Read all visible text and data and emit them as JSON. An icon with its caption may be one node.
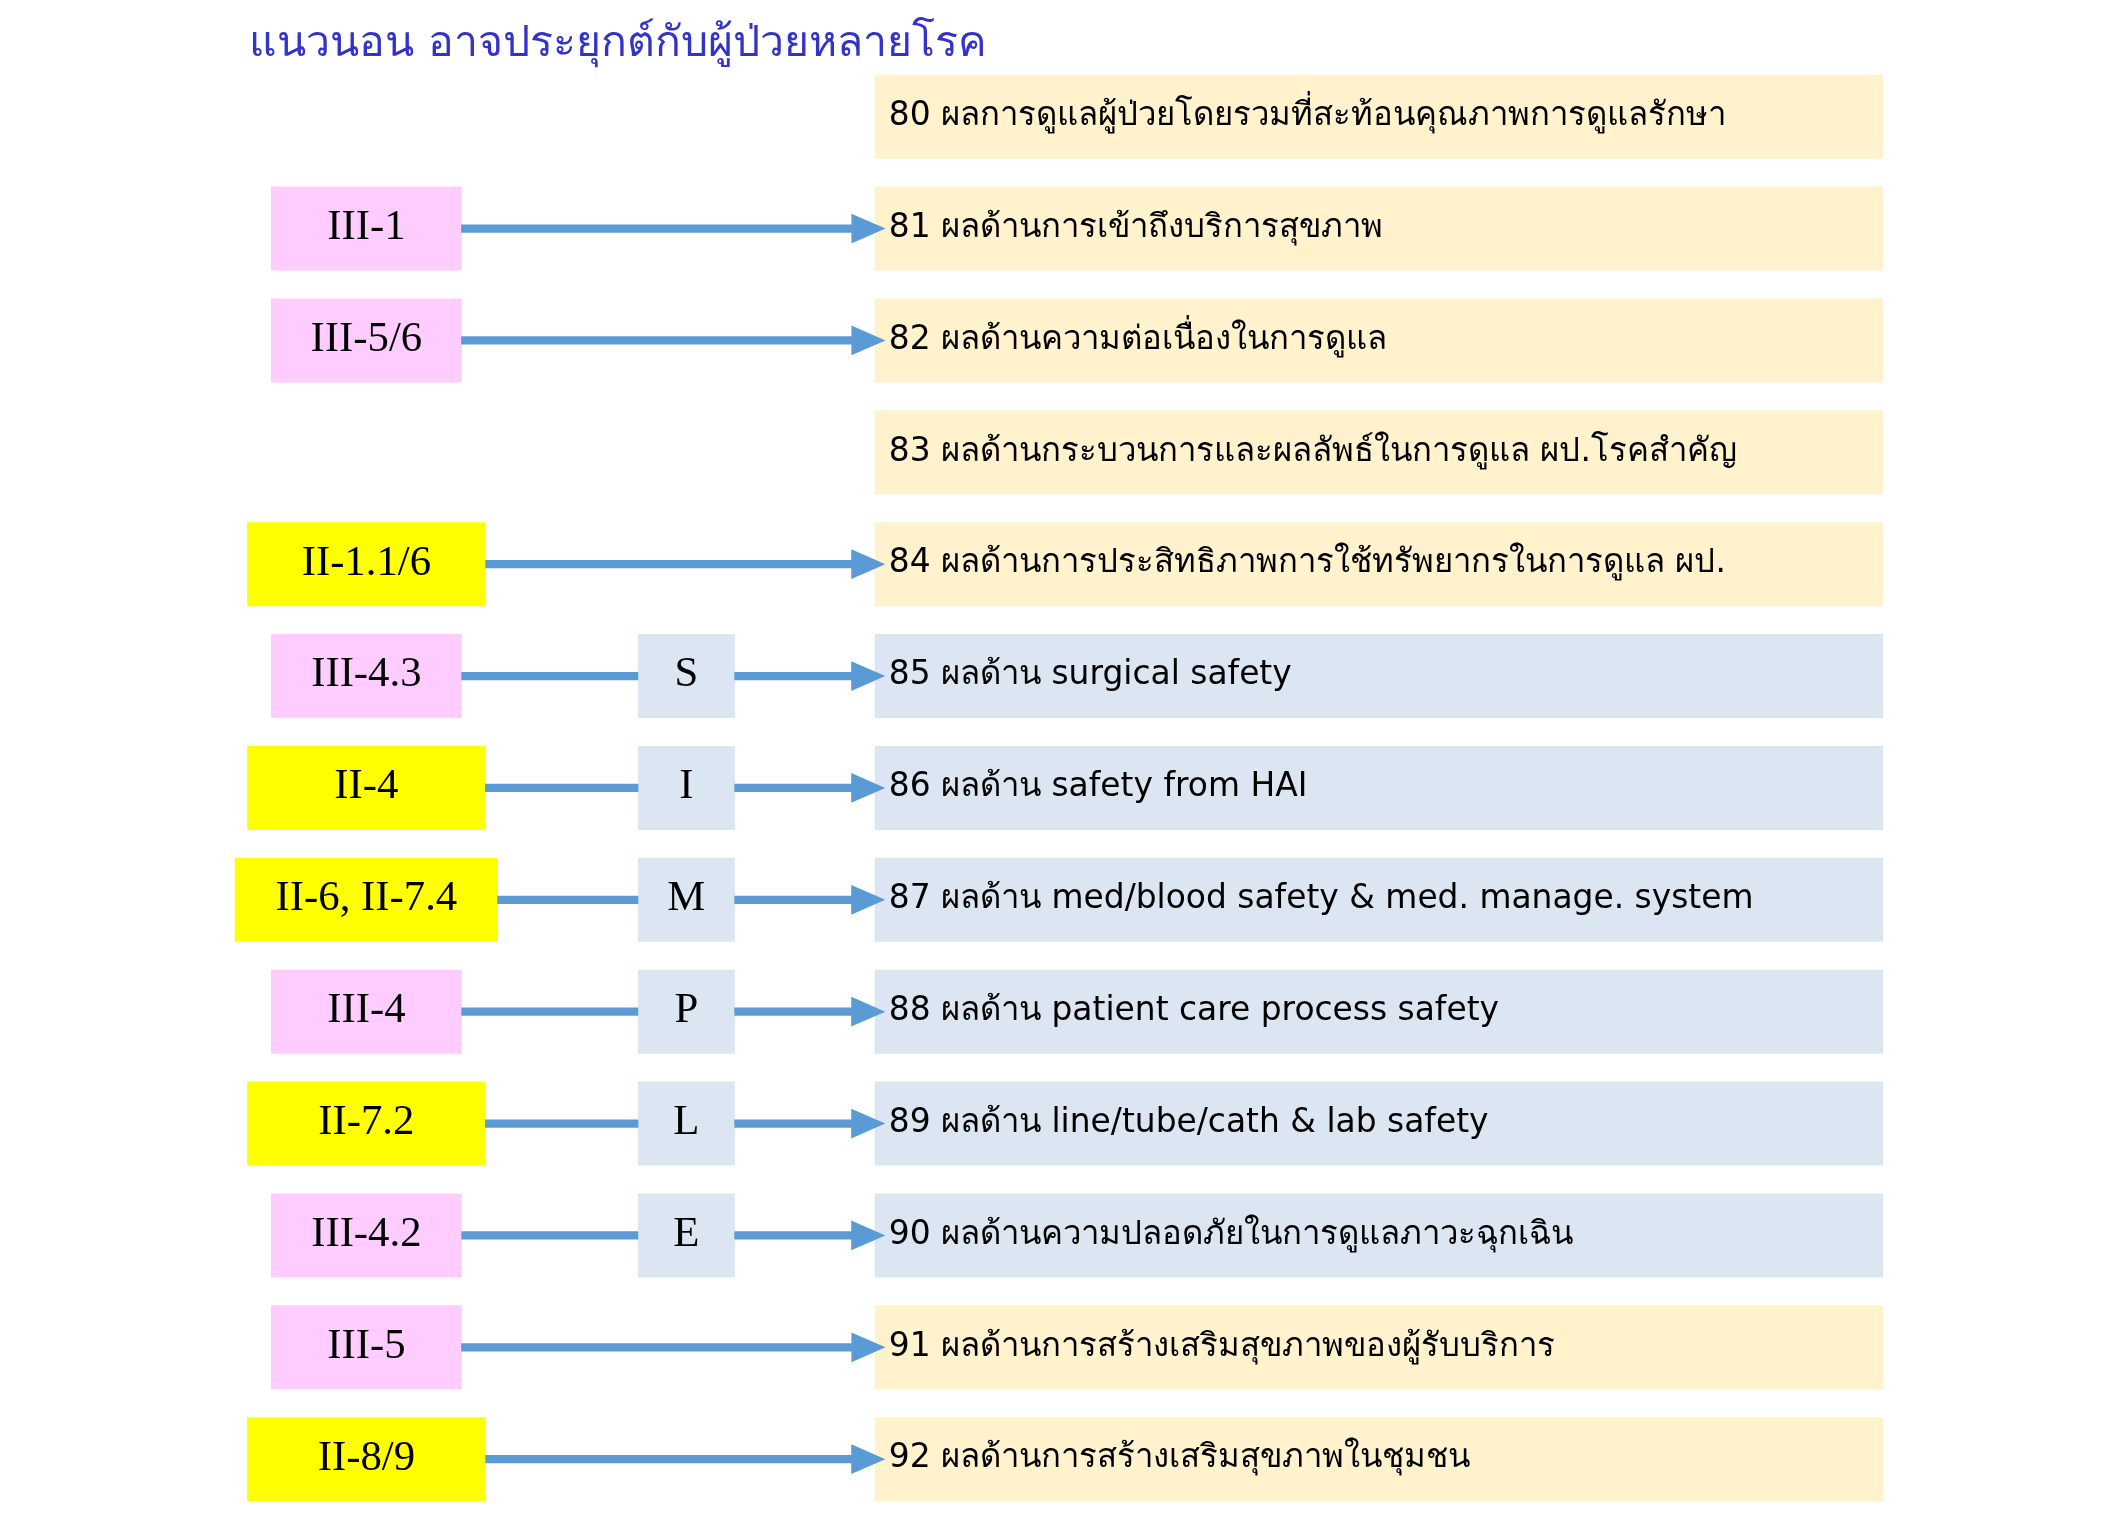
{
  "diagram": {
    "title": "แนวนอน อาจประยุกต์กับผู้ป่วยหลายโรค",
    "nodes": [
      {
        "text": [
          "80 ผลการดูแลผู้ป่วยโดยรวมที่สะท้อนคุณภาพการดูแลรักษา"
        ]
      },
      {
        "text": [
          "III-1"
        ]
      },
      {
        "text": [
          "81 ผลด้านการเข้าถึงบริการสุขภาพ"
        ]
      },
      {
        "text": [
          "III-5/6"
        ]
      },
      {
        "text": [
          "82 ผลด้านความต่อเนื่องในการดูแล"
        ]
      },
      {
        "text": [
          "83 ผลด้านกระบวนการและผลลัพธ์ในการดูแล ผป.โรคสำคัญ"
        ]
      },
      {
        "text": [
          "II-1.1/6"
        ]
      },
      {
        "text": [
          "84 ผลด้านการประสิทธิภาพการใช้ทรัพยากรในการดูแล ผป."
        ]
      },
      {
        "text": [
          "III-4.3"
        ]
      },
      {
        "text": [
          "S"
        ]
      },
      {
        "text": [
          "85 ผลด้าน surgical safety"
        ]
      },
      {
        "text": [
          "II-4"
        ]
      },
      {
        "text": [
          "I"
        ]
      },
      {
        "text": [
          "86 ผลด้าน safety from HAI"
        ]
      },
      {
        "text": [
          "II-6, II-7.4"
        ]
      },
      {
        "text": [
          "M"
        ]
      },
      {
        "text": [
          "87 ผลด้าน med/blood safety & med. manage. system"
        ]
      },
      {
        "text": [
          "III-4"
        ]
      },
      {
        "text": [
          "P"
        ]
      },
      {
        "text": [
          "88 ผลด้าน patient care process safety"
        ]
      },
      {
        "text": [
          "II-7.2"
        ]
      },
      {
        "text": [
          "L"
        ]
      },
      {
        "text": [
          "89 ผลด้าน line/tube/cath & lab safety"
        ]
      },
      {
        "text": [
          "III-4.2"
        ]
      },
      {
        "text": [
          "E"
        ]
      },
      {
        "text": [
          "90 ผลด้านความปลอดภัยในการดูแลภาวะฉุกเฉิน"
        ]
      },
      {
        "text": [
          "III-5"
        ]
      },
      {
        "text": [
          "91 ผลด้านการสร้างเสริมสุขภาพของผู้รับบริการ"
        ]
      },
      {
        "text": [
          "II-8/9"
        ]
      },
      {
        "text": [
          "92 ผลด้านการสร้างเสริมสุขภาพในชุมชน"
        ]
      }
    ],
    "edges": [
      {
        "from": 1,
        "to": 2,
        "arrow": "to"
      },
      {
        "from": 3,
        "to": 4,
        "arrow": "to"
      },
      {
        "from": 6,
        "to": 7,
        "arrow": "to"
      },
      {
        "from": 8,
        "to": 9,
        "arrow": "none"
      },
      {
        "from": 9,
        "to": 10,
        "arrow": "to"
      },
      {
        "from": 11,
        "to": 12,
        "arrow": "none"
      },
      {
        "from": 12,
        "to": 13,
        "arrow": "to"
      },
      {
        "from": 14,
        "to": 15,
        "arrow": "none"
      },
      {
        "from": 15,
        "to": 16,
        "arrow": "to"
      },
      {
        "from": 17,
        "to": 18,
        "arrow": "none"
      },
      {
        "from": 18,
        "to": 19,
        "arrow": "to"
      },
      {
        "from": 20,
        "to": 21,
        "arrow": "none"
      },
      {
        "from": 21,
        "to": 22,
        "arrow": "to"
      },
      {
        "from": 23,
        "to": 24,
        "arrow": "none"
      },
      {
        "from": 24,
        "to": 25,
        "arrow": "to"
      },
      {
        "from": 26,
        "to": 27,
        "arrow": "to"
      },
      {
        "from": 28,
        "to": 29,
        "arrow": "to"
      }
    ]
  }
}
